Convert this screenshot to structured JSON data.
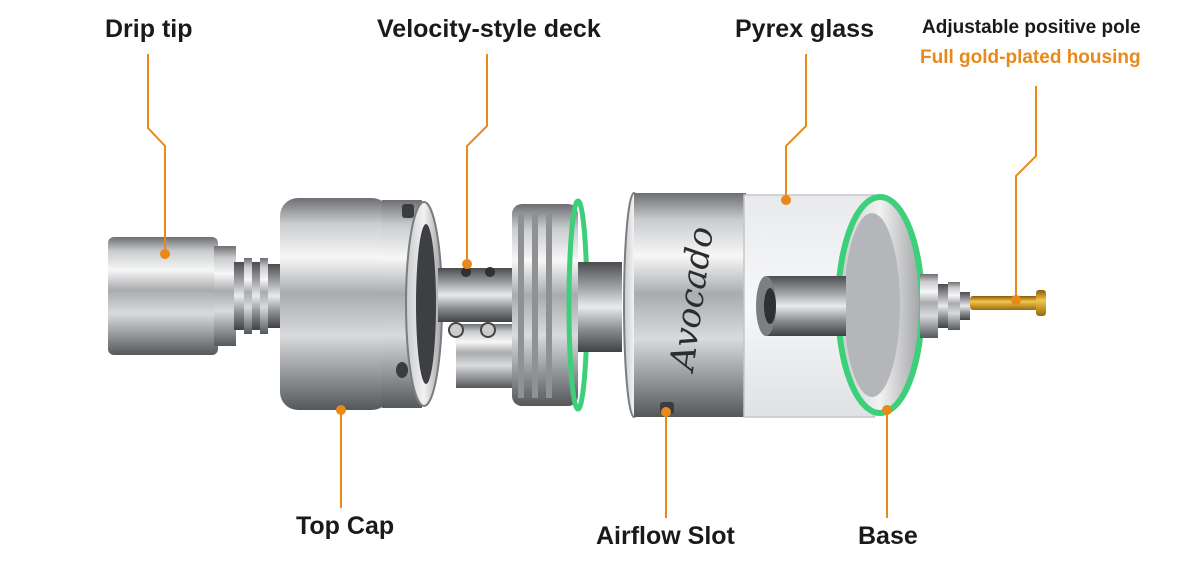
{
  "labels": {
    "drip_tip": "Drip tip",
    "velocity_deck": "Velocity-style deck",
    "pyrex_glass": "Pyrex glass",
    "positive_pole": "Adjustable positive pole",
    "gold_housing": "Full gold-plated housing",
    "top_cap": "Top Cap",
    "airflow_slot": "Airflow Slot",
    "base": "Base"
  },
  "engraving": "Avocado",
  "colors": {
    "leader": "#e8891a",
    "label": "#1a1a1a",
    "accent_label": "#e8891a",
    "oring": "#3ecf7a",
    "gold": "#d4a020"
  }
}
